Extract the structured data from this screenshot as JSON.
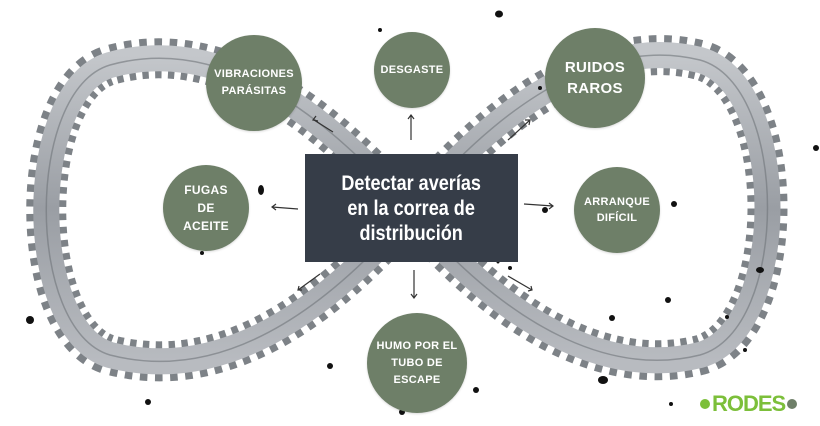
{
  "title": "Detectar averías\nen la correa de\ndistribución",
  "nodes": {
    "vibraciones": "VIBRACIONES\nPARÁSITAS",
    "desgaste": "DESGASTE",
    "ruidos": "RUIDOS\nRAROS",
    "fugas": "FUGAS\nDE\nACEITE",
    "arranque": "ARRANQUE\nDIFÍCIL",
    "humo": "HUMO POR EL\nTUBO DE\nESCAPE"
  },
  "logo": {
    "text": "RODES"
  },
  "colors": {
    "node_fill": "#6e7f68",
    "title_fill": "#363d48",
    "belt": "#a9adb2",
    "logo": "#7cbf3a"
  }
}
